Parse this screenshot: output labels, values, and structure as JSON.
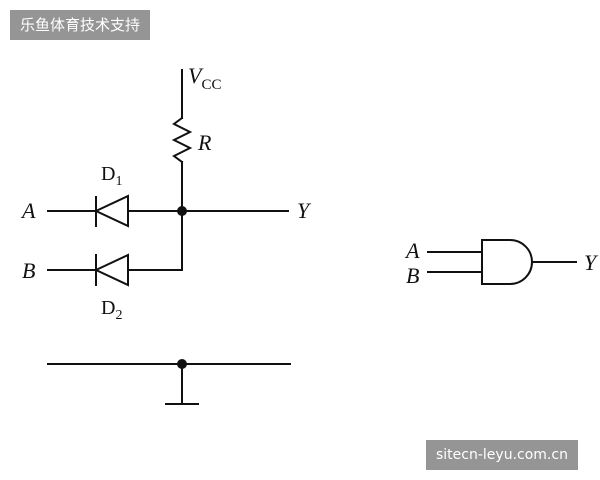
{
  "watermarks": {
    "top": "乐鱼体育技术支持",
    "bottom": "sitecn-leyu.com.cn"
  },
  "circuit": {
    "supply": {
      "main": "V",
      "sub": "CC"
    },
    "resistor": "R",
    "diodes": [
      {
        "main": "D",
        "sub": "1"
      },
      {
        "main": "D",
        "sub": "2"
      }
    ],
    "inputs": [
      "A",
      "B"
    ],
    "output": "Y"
  },
  "gate_symbol": {
    "inputs": [
      "A",
      "B"
    ],
    "output": "Y"
  }
}
